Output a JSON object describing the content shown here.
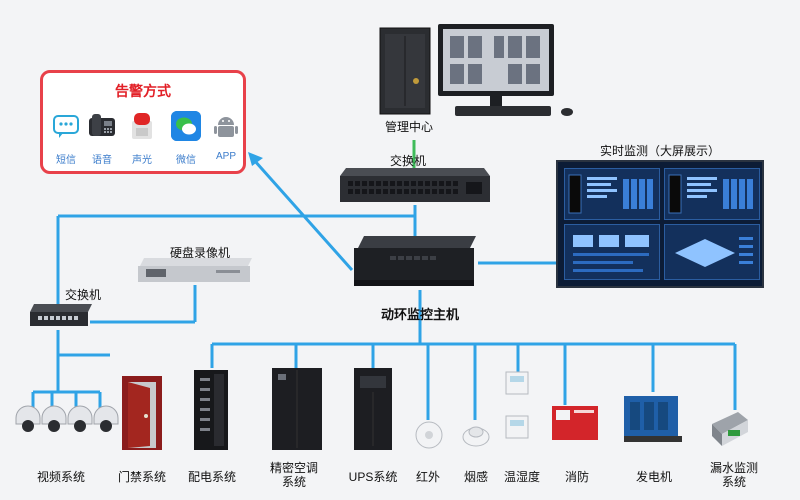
{
  "alert": {
    "title": "告警方式",
    "methods": [
      {
        "label": "短信",
        "icon": "sms-icon"
      },
      {
        "label": "语音",
        "icon": "phone-icon"
      },
      {
        "label": "声光",
        "icon": "alarm-light-icon"
      },
      {
        "label": "微信",
        "icon": "wechat-icon"
      },
      {
        "label": "APP",
        "icon": "android-icon"
      }
    ]
  },
  "center": {
    "management": "管理中心",
    "top_switch": "交换机",
    "host": "动环监控主机",
    "big_screen": "实时监测（大屏展示）",
    "dvr": "硬盘录像机",
    "left_switch": "交换机"
  },
  "subsystems": [
    {
      "label": "视频系统",
      "icon": "camera-icon"
    },
    {
      "label": "门禁系统",
      "icon": "door-icon"
    },
    {
      "label": "配电系统",
      "icon": "power-cabinet-icon"
    },
    {
      "label": "精密空调\n系统",
      "line1": "精密空调",
      "line2": "系统",
      "icon": "air-conditioner-icon"
    },
    {
      "label": "UPS系统",
      "icon": "ups-icon"
    },
    {
      "label": "红外",
      "icon": "infrared-sensor-icon"
    },
    {
      "label": "烟感",
      "icon": "smoke-detector-icon"
    },
    {
      "label": "温湿度",
      "icon": "thermo-hygrometer-icon"
    },
    {
      "label": "消防",
      "icon": "fire-panel-icon"
    },
    {
      "label": "发电机",
      "icon": "generator-icon"
    },
    {
      "label": "漏水监测\n系统",
      "line1": "漏水监测",
      "line2": "系统",
      "icon": "leak-sensor-icon"
    }
  ],
  "colors": {
    "wire": "#2fa3e6",
    "wire_top": "#3fbb5a",
    "alert_border": "#e8414a",
    "alert_title": "#e21f26",
    "alert_label": "#3b7ccb"
  }
}
